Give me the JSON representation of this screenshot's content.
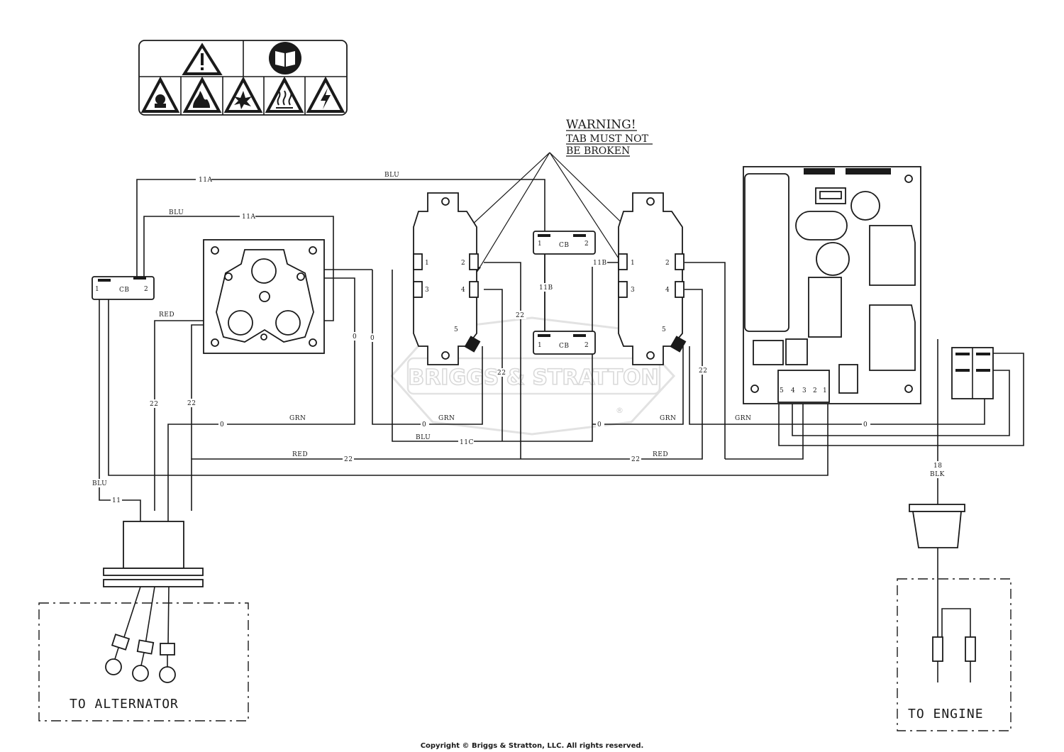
{
  "warning": {
    "title": "WARNING!",
    "line1": "TAB MUST NOT",
    "line2": "BE BROKEN"
  },
  "safety_label": {
    "icons": [
      "warning-triangle-icon",
      "read-manual-icon",
      "toxic-fumes-icon",
      "fire-hazard-icon",
      "explosion-hazard-icon",
      "hot-surface-icon",
      "electric-shock-icon"
    ]
  },
  "watermark": {
    "text": "BRIGGS & STRATTON",
    "mark": "®"
  },
  "breaker_left": {
    "term1": "1",
    "term2": "2",
    "label": "CB"
  },
  "breaker_center_top": {
    "term1": "1",
    "term2": "2",
    "label": "CB"
  },
  "breaker_center_bottom": {
    "term1": "1",
    "term2": "2",
    "label": "CB"
  },
  "outlet_left": {
    "pins": [
      "1",
      "2",
      "3",
      "4",
      "5"
    ]
  },
  "outlet_right": {
    "pins": [
      "1",
      "2",
      "3",
      "4",
      "5"
    ]
  },
  "connector_pins": [
    "5",
    "4",
    "3",
    "2",
    "1"
  ],
  "wire_labels": {
    "w11a_top": "11A",
    "blu_top": "BLU",
    "blu_second": "BLU",
    "w11a_second": "11A",
    "red_left": "RED",
    "w22_a": "22",
    "w22_b": "22",
    "w0_a": "0",
    "w0_b": "0",
    "w22_c": "22",
    "w11b_v": "11B",
    "w11b_h": "11B",
    "w22_d": "22",
    "w22_e": "22",
    "w0_green1": "0",
    "grn_1": "GRN",
    "w0_green2": "0",
    "grn_2": "GRN",
    "blu_bottom": "BLU",
    "w11c": "11C",
    "w0_green3": "0",
    "grn_3": "GRN",
    "grn_4": "GRN",
    "w0_green4": "0",
    "red_bottom1": "RED",
    "w22_bottom1": "22",
    "w22_bottom2": "22",
    "red_bottom2": "RED",
    "blu_left": "BLU",
    "w11_left": "11",
    "w18": "18",
    "blk": "BLK"
  },
  "to_alternator": "TO ALTERNATOR",
  "to_engine": "TO ENGINE",
  "copyright": "Copyright © Briggs & Stratton, LLC. All rights reserved."
}
